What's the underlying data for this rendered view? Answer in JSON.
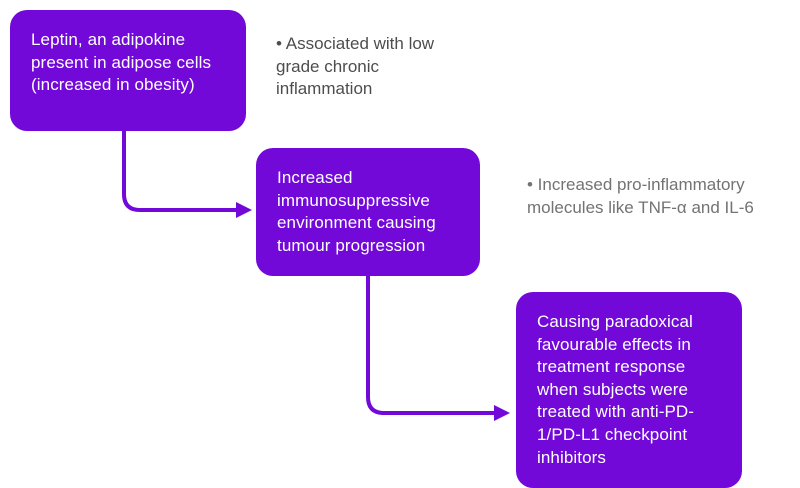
{
  "colors": {
    "node_background": "#7209d8",
    "node_text": "#ffffff",
    "arrow": "#7209d8",
    "note_primary_text": "#4d4d4d",
    "note_secondary_text": "#737373",
    "page_background": "#ffffff"
  },
  "flowchart": {
    "nodes": [
      {
        "text": "Leptin, an adipokine present in adipose cells (increased in obesity)"
      },
      {
        "text": "Increased immunosuppressive environment causing tumour progression"
      },
      {
        "text": "Causing paradoxical favourable effects in treatment response when subjects were treated with anti-PD-1/PD-L1 checkpoint inhibitors"
      }
    ],
    "notes": [
      {
        "text": "• Associated with low grade chronic inflammation"
      },
      {
        "text": "• Increased pro-inflammatory molecules like TNF-α and IL-6"
      }
    ]
  }
}
